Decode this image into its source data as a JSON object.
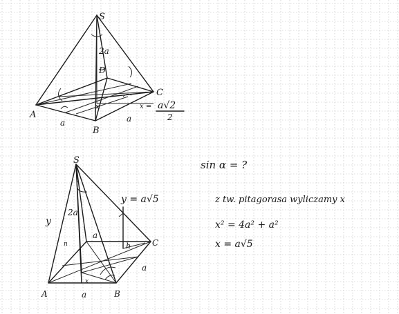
{
  "figure1": {
    "apex": "S",
    "vertex_a": "A",
    "vertex_b": "B",
    "vertex_c": "C",
    "vertex_d": "D",
    "height_label": "2a",
    "center_label": "x",
    "edge_ab": "a",
    "edge_bc": "a",
    "x_eq": "x =",
    "x_num": "a√2",
    "x_den": "2"
  },
  "figure2": {
    "apex": "S",
    "vertex_a": "A",
    "vertex_b": "B",
    "vertex_c": "C",
    "height_label": "2a",
    "edge_label_a": "a",
    "edge_label_b": "a",
    "edge_label_c": "a",
    "h_label": "h",
    "y_left": "y",
    "y_eq": "y = a√5",
    "small_x": "x",
    "small_n": "n"
  },
  "notes": {
    "question": "sin α = ?",
    "step_label": "z  tw. pitagorasa  wyliczamy  x",
    "eq1": "x² = 4a² + a²",
    "eq2": "x = a√5"
  }
}
